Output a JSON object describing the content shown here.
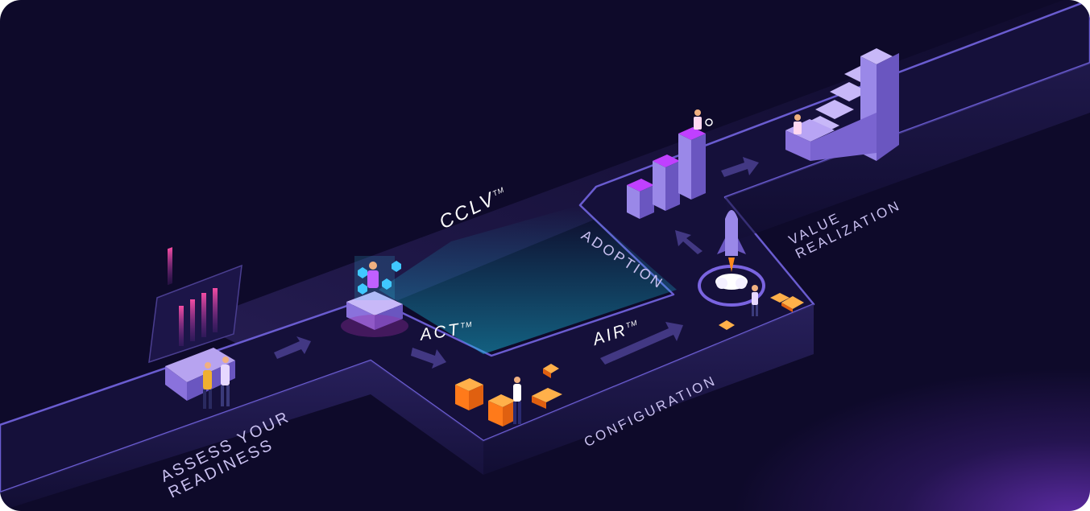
{
  "brands": {
    "cclv": "CCLV",
    "act": "ACT",
    "air": "AIR",
    "tm": "TM"
  },
  "stages": {
    "assess_line1": "ASSESS YOUR",
    "assess_line2": "READINESS",
    "adoption": "ADOPTION",
    "configuration": "CONFIGURATION",
    "value_line1": "VALUE",
    "value_line2": "REALIZATION"
  },
  "colors": {
    "background": "#0e0a2a",
    "path_edge": "#6a5cd0",
    "label": "#c9c0f0",
    "blocks": "#ff8a1c",
    "accent": "#c040ff",
    "pool": "#18b8d8"
  },
  "icons": [
    "dashboard-screen-icon",
    "team-people-icon",
    "hologram-robot-icon",
    "lego-blocks-icon",
    "rocket-launch-icon",
    "bar-chart-icon",
    "money-stack-stairs-icon",
    "arrow-icon"
  ]
}
